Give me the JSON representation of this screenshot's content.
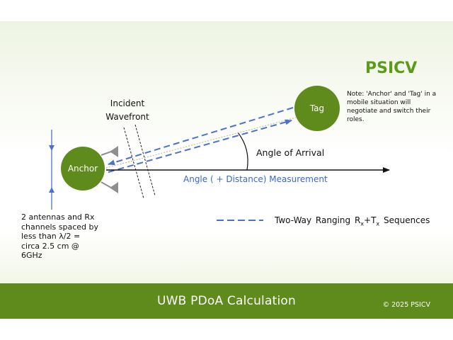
{
  "brand": "PSICV",
  "note": "Note: 'Anchor' and 'Tag' in a mobile situation will negotiate and switch their roles.",
  "anchor_label": "Anchor",
  "tag_label": "Tag",
  "wavefront_line1": "Incident",
  "wavefront_line2": "Wavefront",
  "angle_of_arrival": "Angle of Arrival",
  "measurement_label": "Angle ( + Distance) Measurement",
  "antenna_note": "2 antennas and Rx channels spaced by less than  λ/2 = circa 2.5 cm @ 6GHz",
  "legend": {
    "prefix": "Two-Way  Ranging  R",
    "sub1": "x",
    "plus": "+T",
    "sub2": "x",
    "suffix": "  Sequences"
  },
  "footer_title": "UWB PDoA Calculation",
  "copyright": "© 2025 PSICV",
  "colors": {
    "green": "#5f8a1c",
    "brand_green": "#5e9a1a",
    "blue": "#4a72cc",
    "antenna_gray": "#8f8f8f"
  }
}
